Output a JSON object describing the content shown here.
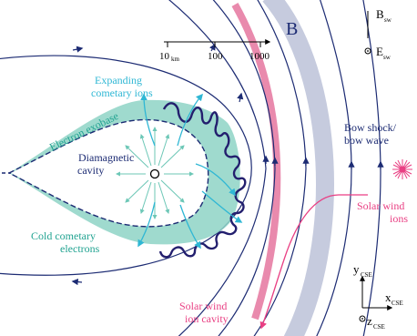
{
  "colors": {
    "field": "#1c2b73",
    "sheath": "#8ed4c6",
    "teal_text": "#21a391",
    "cyan": "#2fb7d4",
    "pink": "#e93f83",
    "pink_band": "#e98aad",
    "grey_band": "#c6cbde",
    "frontier": "#231f6e"
  },
  "labels": {
    "b_field": "B",
    "b_sw": "B",
    "b_sw_sub": "sw",
    "e_sw": "E",
    "e_sw_sub": "sw",
    "expanding_1": "Expanding",
    "expanding_2": "cometary ions",
    "exobase": "Electron exobase",
    "diamag_1": "Diamagnetic",
    "diamag_2": "cavity",
    "cold_1": "Cold cometary",
    "cold_2": "electrons",
    "bow_1": "Bow shock/",
    "bow_2": "bow wave",
    "sw_ions_1": "Solar wind",
    "sw_ions_2": "ions",
    "cavity_1": "Solar wind",
    "cavity_2": "ion cavity",
    "axis_y": "y",
    "axis_y_sub": "CSE",
    "axis_x": "x",
    "axis_x_sub": "CSE",
    "axis_z": "z",
    "axis_z_sub": "CSE"
  },
  "scale_bar": {
    "ticks": [
      "10",
      "100",
      "1000"
    ],
    "unit": "km"
  }
}
